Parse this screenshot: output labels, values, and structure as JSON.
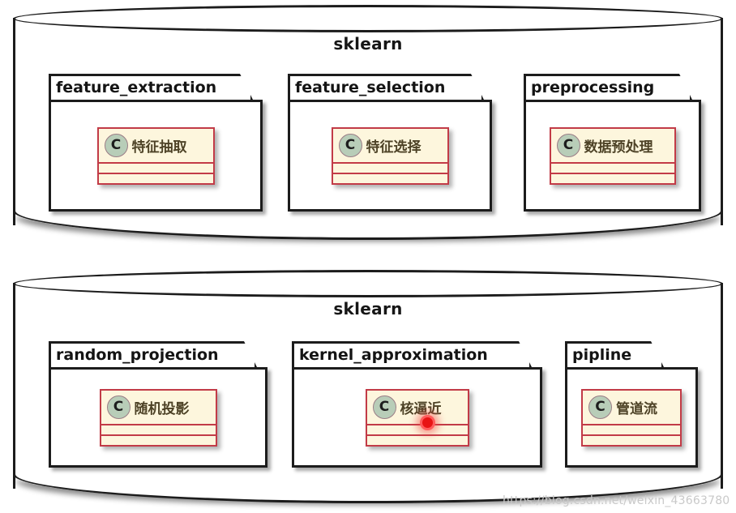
{
  "diagram": {
    "type": "uml-package-diagram",
    "cylinders": [
      {
        "title": "sklearn",
        "packages": [
          {
            "name": "feature_extraction",
            "class": {
              "stereotype": "C",
              "name": "特征抽取",
              "compartments": 2
            }
          },
          {
            "name": "feature_selection",
            "class": {
              "stereotype": "C",
              "name": "特征选择",
              "compartments": 2
            }
          },
          {
            "name": "preprocessing",
            "class": {
              "stereotype": "C",
              "name": "数据预处理",
              "compartments": 2
            }
          }
        ]
      },
      {
        "title": "sklearn",
        "packages": [
          {
            "name": "random_projection",
            "class": {
              "stereotype": "C",
              "name": "随机投影",
              "compartments": 2
            }
          },
          {
            "name": "kernel_approximation",
            "class": {
              "stereotype": "C",
              "name": "核逼近",
              "compartments": 2
            }
          },
          {
            "name": "pipline",
            "class": {
              "stereotype": "C",
              "name": "管道流",
              "compartments": 2
            }
          }
        ]
      }
    ]
  },
  "watermark": {
    "text": "https://blog.csdn.net/weixin_43663780"
  },
  "colors": {
    "outline": "#1c1c1c",
    "class_fill": "#fdf6dd",
    "class_border": "#c23b47",
    "stereotype_circle": "#b8cdb8",
    "class_text": "#4d4226",
    "cursor": "#e81414"
  }
}
